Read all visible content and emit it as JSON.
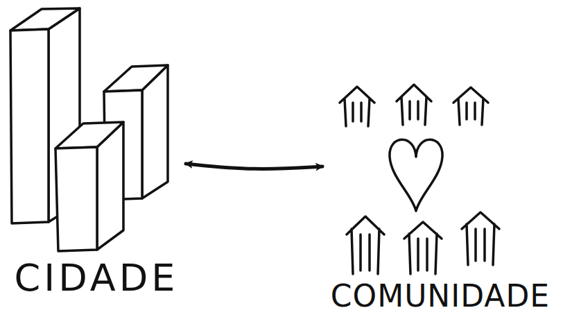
{
  "diagram": {
    "nodes": [
      {
        "text": [
          "CIDADE"
        ]
      },
      {
        "text": [
          "COMUNIDADE"
        ]
      }
    ],
    "edges": [
      {
        "from": 0,
        "to": 1,
        "arrow": "both"
      }
    ]
  }
}
